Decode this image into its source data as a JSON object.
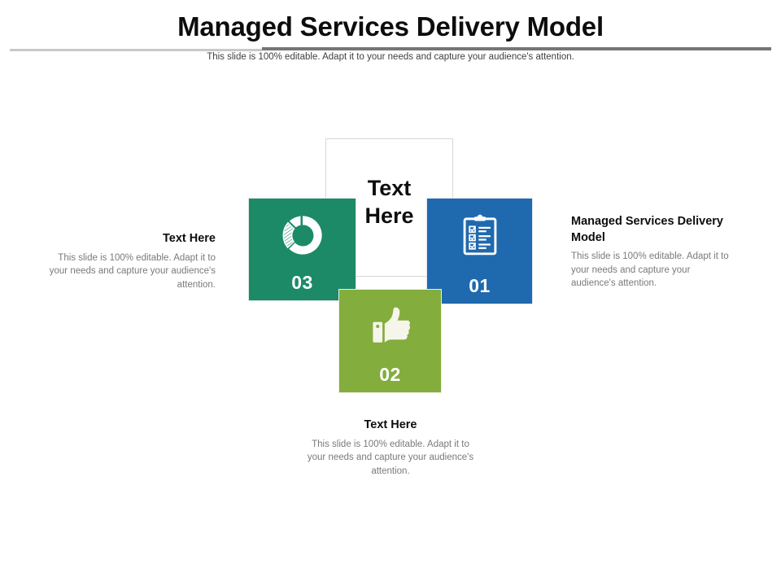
{
  "header": {
    "title": "Managed Services Delivery Model",
    "subtitle": "This slide is 100% editable. Adapt it to your needs and capture your audience's attention."
  },
  "diagram": {
    "center": {
      "label_line1": "Text",
      "label_line2": "Here"
    },
    "tiles": [
      {
        "id": "01",
        "number": "01",
        "icon": "clipboard-checklist-icon",
        "color": "#1F69AE",
        "position": "right"
      },
      {
        "id": "02",
        "number": "02",
        "icon": "thumbs-up-icon",
        "color": "#83AD3C",
        "position": "bottom"
      },
      {
        "id": "03",
        "number": "03",
        "icon": "pie-chart-icon",
        "color": "#1D8A67",
        "position": "left"
      }
    ],
    "text_blocks": [
      {
        "id": "left",
        "heading": "Text Here",
        "body": "This slide is 100% editable. Adapt it to your needs and capture your audience's attention."
      },
      {
        "id": "right",
        "heading": "Managed Services Delivery Model",
        "body": "This slide is 100% editable. Adapt it to your needs and capture your audience's attention."
      },
      {
        "id": "bottom",
        "heading": "Text Here",
        "body": "This slide is 100% editable. Adapt it to your needs and capture your audience's attention."
      }
    ]
  },
  "colors": {
    "teal": "#1D8A67",
    "blue": "#1F69AE",
    "olive": "#83AD3C",
    "rule_light": "#C9C9C9",
    "rule_dark": "#767676",
    "body_text": "#7A7A7A",
    "heading_text": "#0D0D0D"
  }
}
